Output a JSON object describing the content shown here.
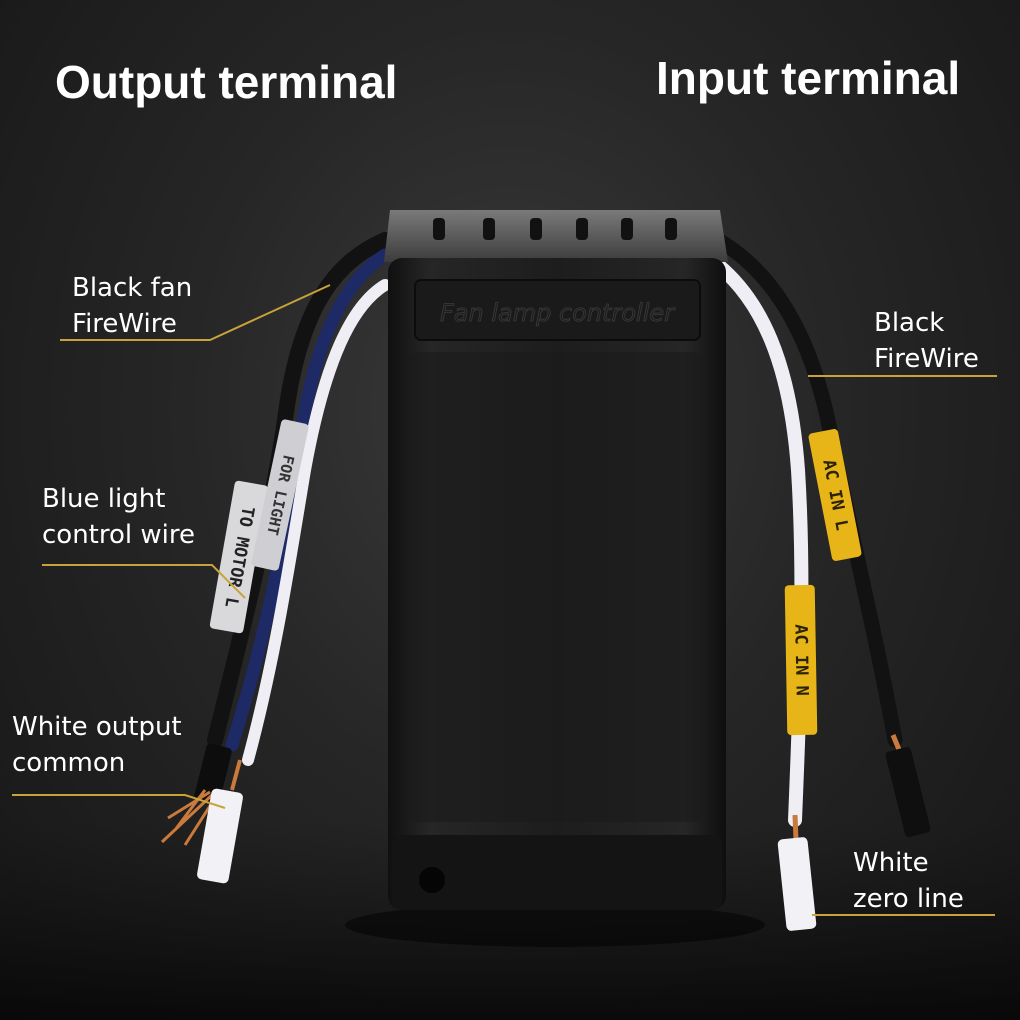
{
  "headings": {
    "output": "Output terminal",
    "input": "Input terminal"
  },
  "device": {
    "panel_text": "Fan lamp controller"
  },
  "sleeves": {
    "left_front": "TO MOTOR L",
    "left_back": "FOR LIGHT",
    "right_black": "AC IN L",
    "right_white": "AC IN N"
  },
  "callouts": {
    "black_fan": {
      "line1": "Black fan",
      "line2": "FireWire"
    },
    "blue_light": {
      "line1": "Blue light",
      "line2": "control wire"
    },
    "white_output": {
      "line1": "White output",
      "line2": "common"
    },
    "black_input": {
      "line1": "Black",
      "line2": "FireWire"
    },
    "white_zero": {
      "line1": "White",
      "line2": "zero line"
    }
  },
  "colors": {
    "callout_line": "#c8a33a",
    "wire_black": "#121212",
    "wire_blue": "#1d2a66",
    "wire_white": "#eeeef4",
    "sleeve_yellow": "#e8b518",
    "copper": "#c97a3c"
  }
}
